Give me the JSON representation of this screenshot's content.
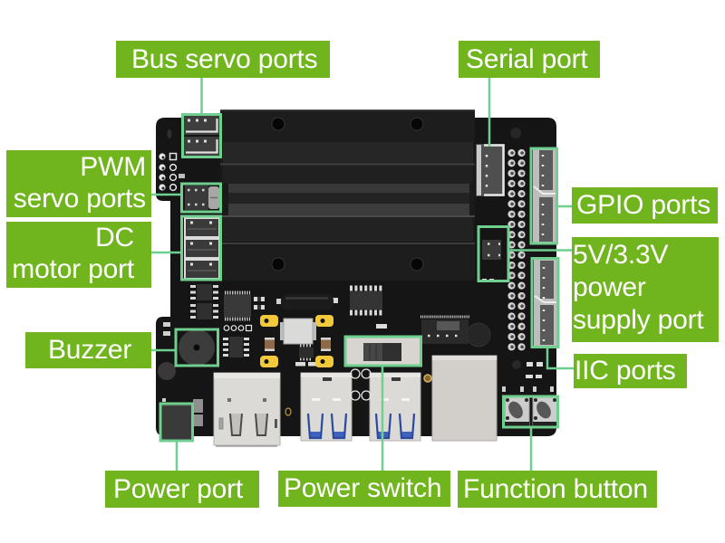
{
  "callouts": {
    "bus_servo_ports": {
      "lines": [
        "Bus servo ports"
      ]
    },
    "serial_port": {
      "lines": [
        "Serial port"
      ]
    },
    "pwm_servo_ports": {
      "lines": [
        "PWM",
        "servo ports"
      ]
    },
    "dc_motor_port": {
      "lines": [
        "DC",
        "motor port"
      ]
    },
    "gpio_ports": {
      "lines": [
        "GPIO ports"
      ]
    },
    "power_supply_port": {
      "lines": [
        "5V/3.3V",
        "power",
        "supply port"
      ]
    },
    "iic_ports": {
      "lines": [
        "IIC ports"
      ]
    },
    "buzzer": {
      "lines": [
        "Buzzer"
      ]
    },
    "power_port": {
      "lines": [
        "Power port"
      ]
    },
    "power_switch": {
      "lines": [
        "Power switch"
      ]
    },
    "function_button": {
      "lines": [
        "Function button"
      ]
    }
  },
  "colors": {
    "label_background": "#70b51e",
    "label_text": "#ffffff",
    "callout_line": "#6fcf8f",
    "page_background": "#ffffff"
  }
}
